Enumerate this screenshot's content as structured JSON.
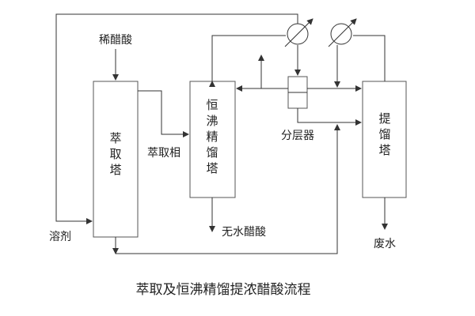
{
  "diagram": {
    "nodes": {
      "extraction_tower": [
        "萃",
        "取",
        "塔"
      ],
      "azeotropic_column": [
        "恒",
        "沸",
        "精",
        "馏",
        "塔"
      ],
      "stripping_tower": [
        "提",
        "馏",
        "塔"
      ],
      "separator": "分层器"
    },
    "labels": {
      "dilute_acetic_acid": "稀醋酸",
      "extract_phase": "萃取相",
      "solvent": "溶剂",
      "anhydrous_acetic_acid": "无水醋酸",
      "wastewater": "废水"
    },
    "caption": "萃取及恒沸精馏提浓醋酸流程"
  }
}
